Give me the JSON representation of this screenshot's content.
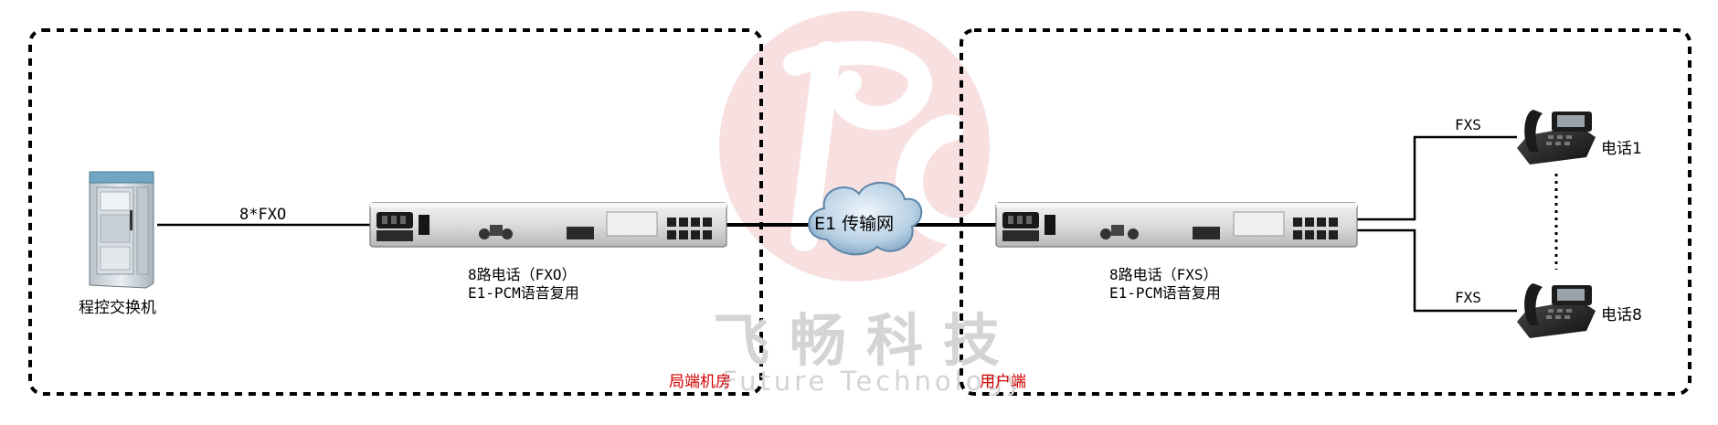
{
  "watermark": {
    "chinese": "飞畅科技",
    "english": "Future Technology",
    "logo_color": "#e89a9a"
  },
  "zones": {
    "left_label": "局端机房",
    "right_label": "用户端"
  },
  "left": {
    "exchange_label": "程控交换机",
    "link_label": "8*FXO",
    "device_title": "8路电话（FXO）",
    "device_subtitle": "E1-PCM语音复用"
  },
  "network": {
    "cloud_label": "E1 传输网"
  },
  "right": {
    "device_title": "8路电话（FXS）",
    "device_subtitle": "E1-PCM语音复用",
    "phone_top": {
      "link": "FXS",
      "label": "电话1"
    },
    "phone_bottom": {
      "link": "FXS",
      "label": "电话8"
    }
  },
  "colors": {
    "accent_red": "#d40000",
    "line": "#000000",
    "cloud": "#7fa6c6",
    "watermark_text": "#d4d4d4"
  }
}
